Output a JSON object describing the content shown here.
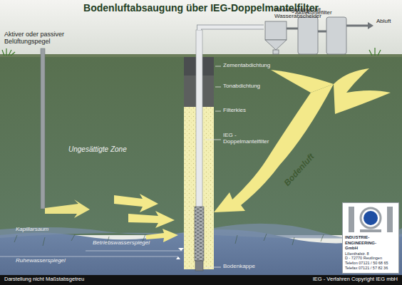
{
  "diagram": {
    "title": "Bodenluftabsaugung über IEG-Doppelmantelfilter",
    "nodes": [
      {
        "text": [
          "INDUSTRIE- ENGINEERING- GmbH",
          "Lilienthalstr. 8",
          "D - 72770 Reutlingen",
          "Telefon 07121 / 50 68 65",
          "Telefax 07121 / 57 82 36"
        ]
      }
    ],
    "labels": [
      "Aktiver oder passiver Belüftungspegel",
      "Absauganlage mit Wasserabscheider",
      "Aktivkohlefilter",
      "Abluft",
      "Zementabdichtung",
      "Tonabdichtung",
      "Filterkies",
      "IEG - Doppelmantelfilter",
      "Ungesättigte Zone",
      "Bodenluft",
      "Kapillarsaum",
      "Betriebswasserspiegel",
      "Ruhewasserspiegel",
      "Bodenkappe",
      "Darstellung nicht Maßstabsgetreu",
      "IEG - Verfahren  Copyright IEG mbH"
    ]
  }
}
